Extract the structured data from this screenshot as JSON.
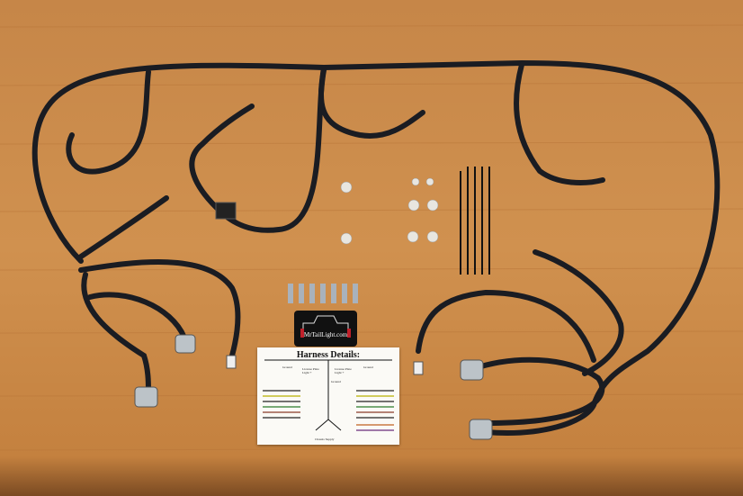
{
  "photo": {
    "subject": "wiring-harness-kit",
    "colors": {
      "wood": "#c98a4e",
      "cable": "#1a1c22",
      "card": "#fbfaf6",
      "logo_bg": "#111111"
    }
  },
  "logo": {
    "text": "MrTailLight.com"
  },
  "card": {
    "title": "Harness Details:",
    "labels": {
      "ground_left": "Ground",
      "ground_right": "Ground",
      "ground_center": "Ground",
      "license_left": "License Plate Light +",
      "license_right": "License Plate Light +",
      "chassis": "Chassis Supply"
    }
  }
}
